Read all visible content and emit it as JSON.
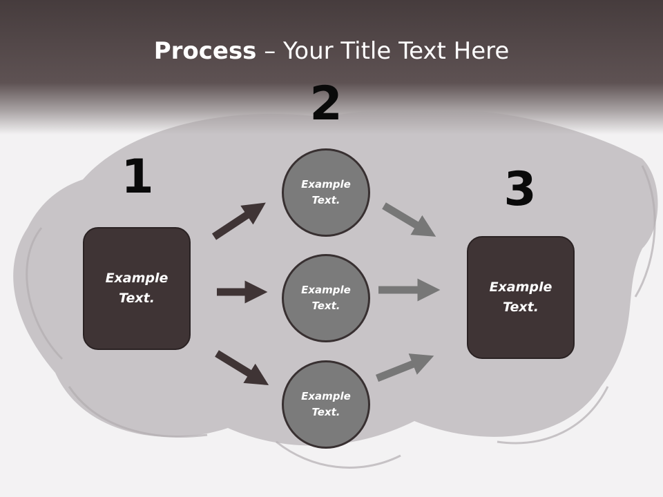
{
  "title": {
    "bold": "Process",
    "rest": " – Your Title Text Here"
  },
  "steps": {
    "one": "1",
    "two": "2",
    "three": "3"
  },
  "boxes": {
    "left": "Example Text.",
    "right": "Example Text."
  },
  "circles": {
    "top": "Example Text.",
    "middle": "Example Text.",
    "bottom": "Example Text."
  },
  "colors": {
    "header": "#4d4344",
    "box": "#3f3435",
    "circle": "#7b7b7b",
    "dark_arrow": "#3f3435",
    "light_arrow": "#777777"
  }
}
